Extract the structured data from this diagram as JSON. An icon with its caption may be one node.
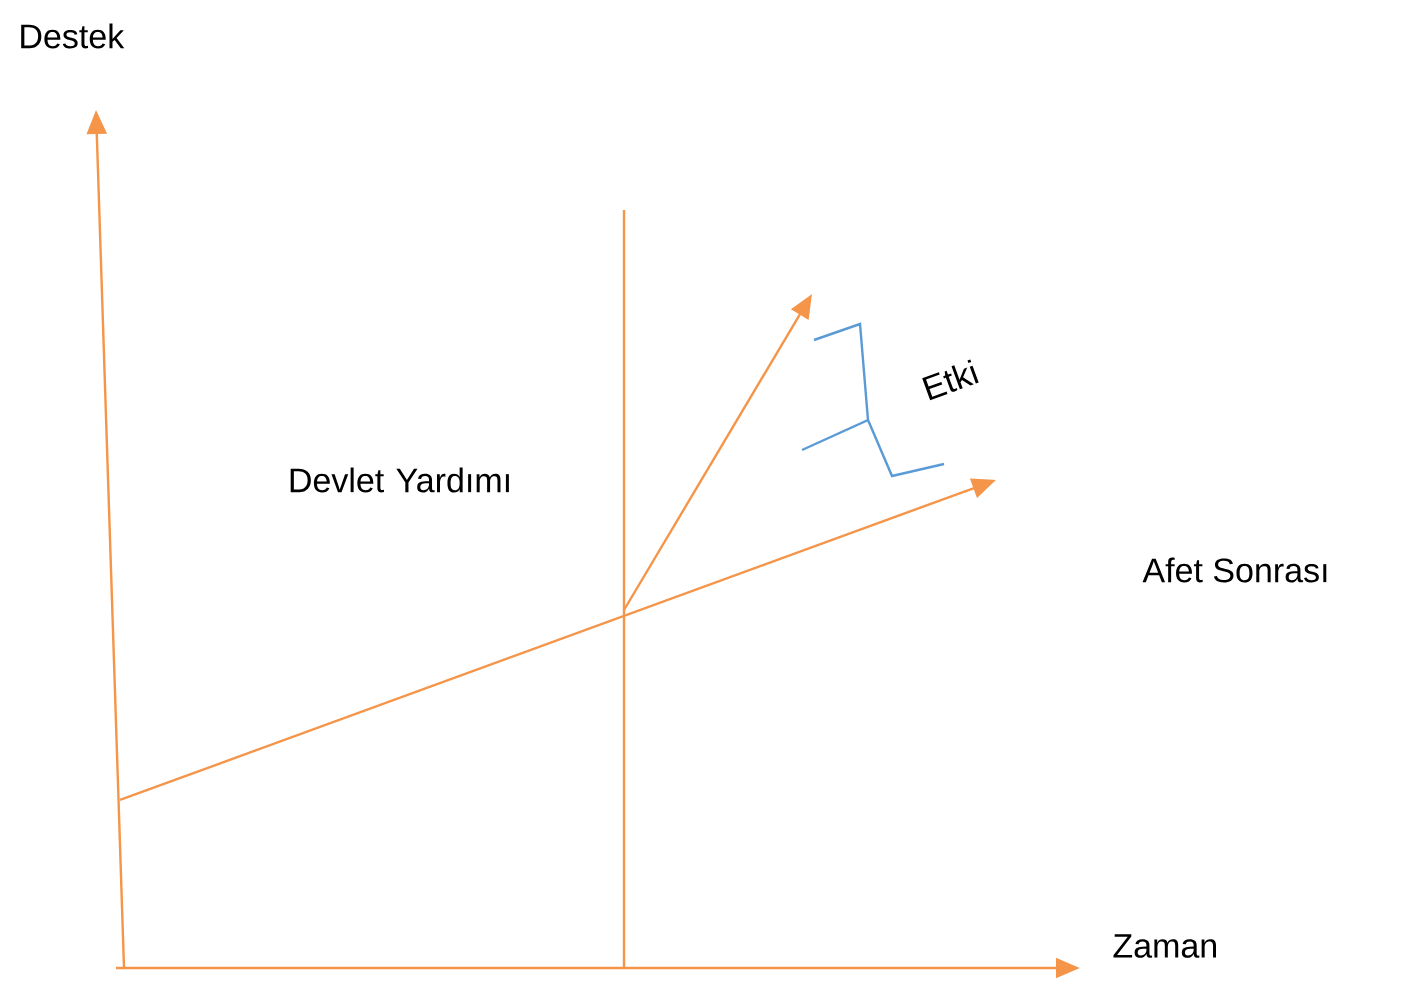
{
  "diagram": {
    "labels": [
      "Destek",
      "Devlet Yardımı",
      "Etki",
      "Afet Sonrası",
      "Zaman"
    ]
  }
}
